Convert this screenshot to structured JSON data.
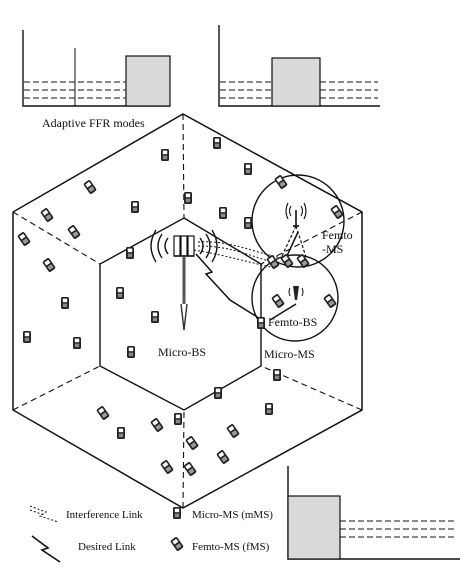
{
  "labels": {
    "ffr_modes": "Adaptive FFR modes",
    "femto_ms": "Femto\n-MS",
    "femto_bs": "Femto-BS",
    "micro_bs": "Micro-BS",
    "micro_ms": "Micro-MS"
  },
  "legend": {
    "interference_link": "Interference Link",
    "desired_link": "Desired Link",
    "micro_ms": "Micro-MS (mMS)",
    "femto_ms": "Femto-MS (fMS)"
  },
  "colors": {
    "line": "#111111",
    "band_fill": "#d9d9d9",
    "background": "#ffffff"
  },
  "icons": [
    "micro-ms-phone-icon",
    "femto-ms-phone-icon",
    "micro-bs-antenna-icon",
    "femto-bs-antenna-icon"
  ]
}
